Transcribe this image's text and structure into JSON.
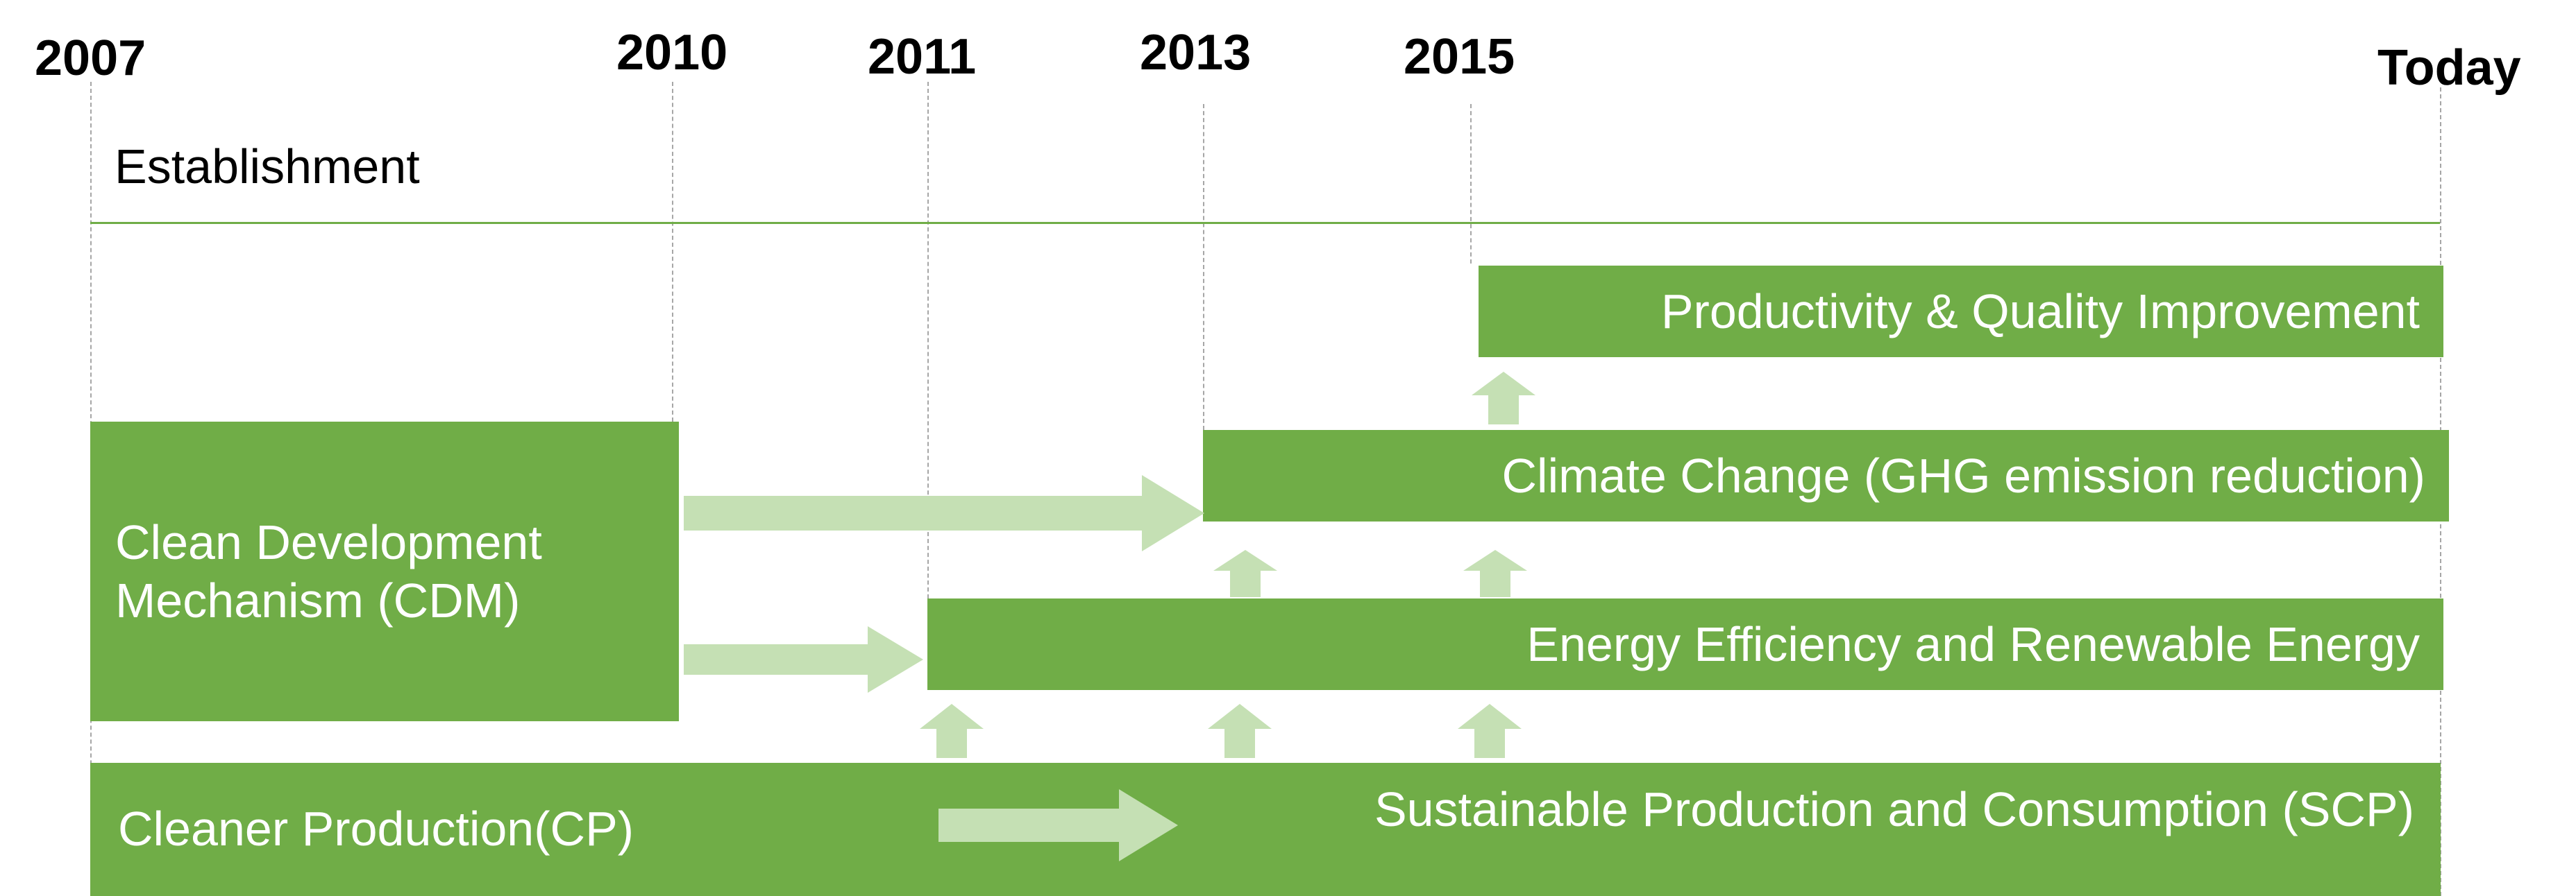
{
  "timeline": {
    "years": [
      "2007",
      "2010",
      "2011",
      "2013",
      "2015",
      "Today"
    ]
  },
  "phases": {
    "establishment": "Establishment"
  },
  "programs": {
    "productivity": "Productivity & Quality Improvement",
    "climate": "Climate Change  (GHG emission reduction)",
    "energy": "Energy Efficiency and Renewable Energy",
    "cdm": "Clean Development Mechanism (CDM)",
    "cp": "Cleaner Production(CP)",
    "scp": "Sustainable Production and Consumption (SCP)"
  },
  "colors": {
    "bar": "#70ad47",
    "arrow": "#c5e0b4",
    "gridline": "#a6a6a6"
  }
}
